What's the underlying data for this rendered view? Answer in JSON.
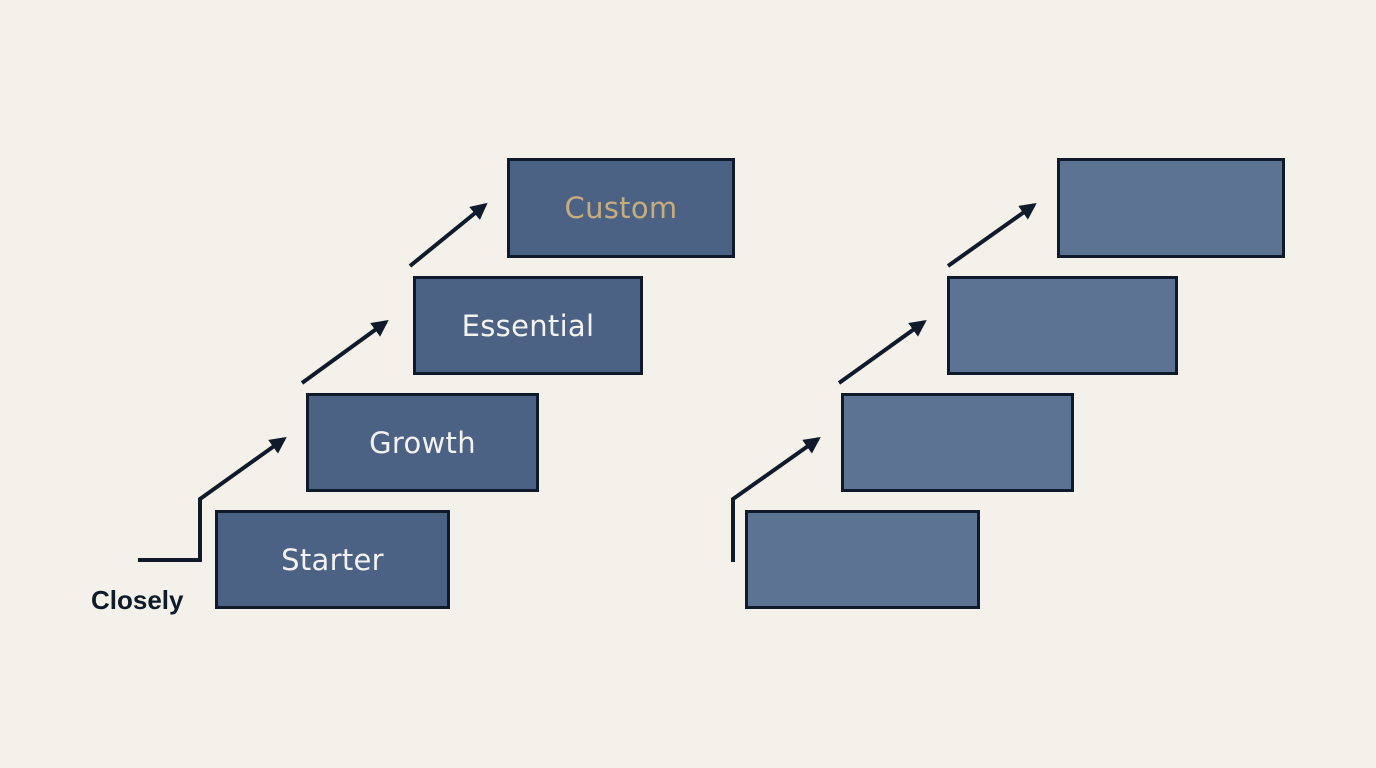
{
  "colors": {
    "background": "#f4f1ea",
    "step_fill": "#4b6284",
    "step_fill_muted": "#5d7393",
    "outline": "#0f1a2b",
    "label_text": "#f4f2ee",
    "highlight_text": "#c8ad7c"
  },
  "left_staircase": {
    "caption": "Closely",
    "steps": [
      {
        "label": "Starter",
        "highlighted": false
      },
      {
        "label": "Growth",
        "highlighted": false
      },
      {
        "label": "Essential",
        "highlighted": false
      },
      {
        "label": "Custom",
        "highlighted": true
      }
    ]
  },
  "right_staircase": {
    "steps": [
      {
        "label": ""
      },
      {
        "label": ""
      },
      {
        "label": ""
      },
      {
        "label": ""
      }
    ]
  }
}
